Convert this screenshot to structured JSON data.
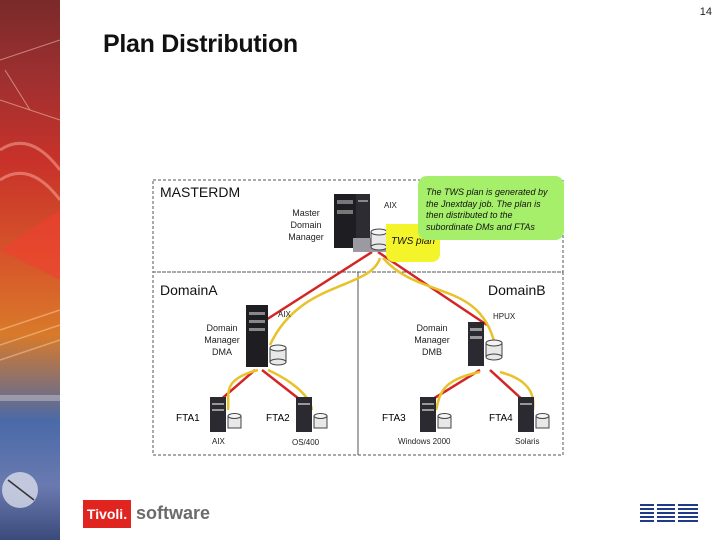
{
  "page_number": "14",
  "title": "Plan Distribution",
  "domains": {
    "master": "MASTERDM",
    "a": "DomainA",
    "b": "DomainB"
  },
  "master_manager": {
    "label": "Master\nDomain\nManager",
    "platform": "AIX"
  },
  "note": "The TWS plan is generated by the Jnextday job. The plan is then distributed to the subordinate DMs and FTAs",
  "tws_plan": "TWS plan",
  "dma": {
    "label": "Domain\nManager\nDMA",
    "platform": "AIX"
  },
  "dmb": {
    "label": "Domain\nManager\nDMB",
    "platform": "HPUX"
  },
  "ftas": [
    {
      "name": "FTA1",
      "platform": "AIX"
    },
    {
      "name": "FTA2",
      "platform": "OS/400"
    },
    {
      "name": "FTA3",
      "platform": "Windows 2000"
    },
    {
      "name": "FTA4",
      "platform": "Solaris"
    }
  ],
  "footer": {
    "tivoli": "Tivoli.",
    "software": "software",
    "ibm": "IBM"
  },
  "colors": {
    "link_red": "#d42525",
    "link_yellow": "#e8c22a",
    "note_green": "#a6ef6a",
    "plan_yellow": "#f4f42a",
    "tivoli_red": "#e0241f"
  }
}
